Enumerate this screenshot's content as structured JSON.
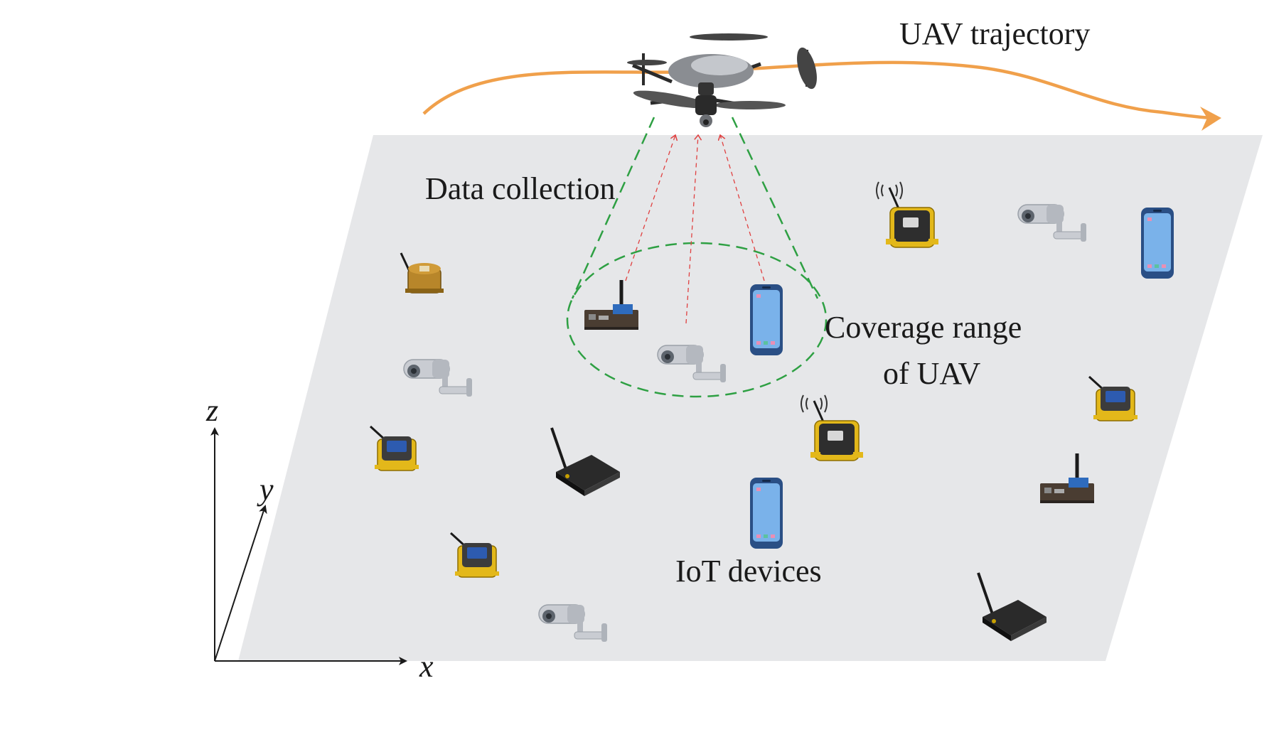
{
  "labels": {
    "trajectory": "UAV trajectory",
    "data_collection": "Data collection",
    "coverage_line1": "Coverage range",
    "coverage_line2": "of UAV",
    "iot_devices": "IoT devices"
  },
  "axes": {
    "x": "x",
    "y": "y",
    "z": "z"
  },
  "colors": {
    "plane": "#e6e7e9",
    "trajectory": "#f0a04b",
    "coverage": "#2ea043",
    "uplink": "#e04040",
    "axis": "#1a1a1a"
  },
  "icons": {
    "uav": "drone-icon",
    "camera": "security-camera-icon",
    "phone": "smartphone-icon",
    "sensor": "wireless-sensor-icon",
    "gateway": "wireless-router-icon",
    "board": "dev-board-icon",
    "meter": "meter-sensor-icon"
  }
}
